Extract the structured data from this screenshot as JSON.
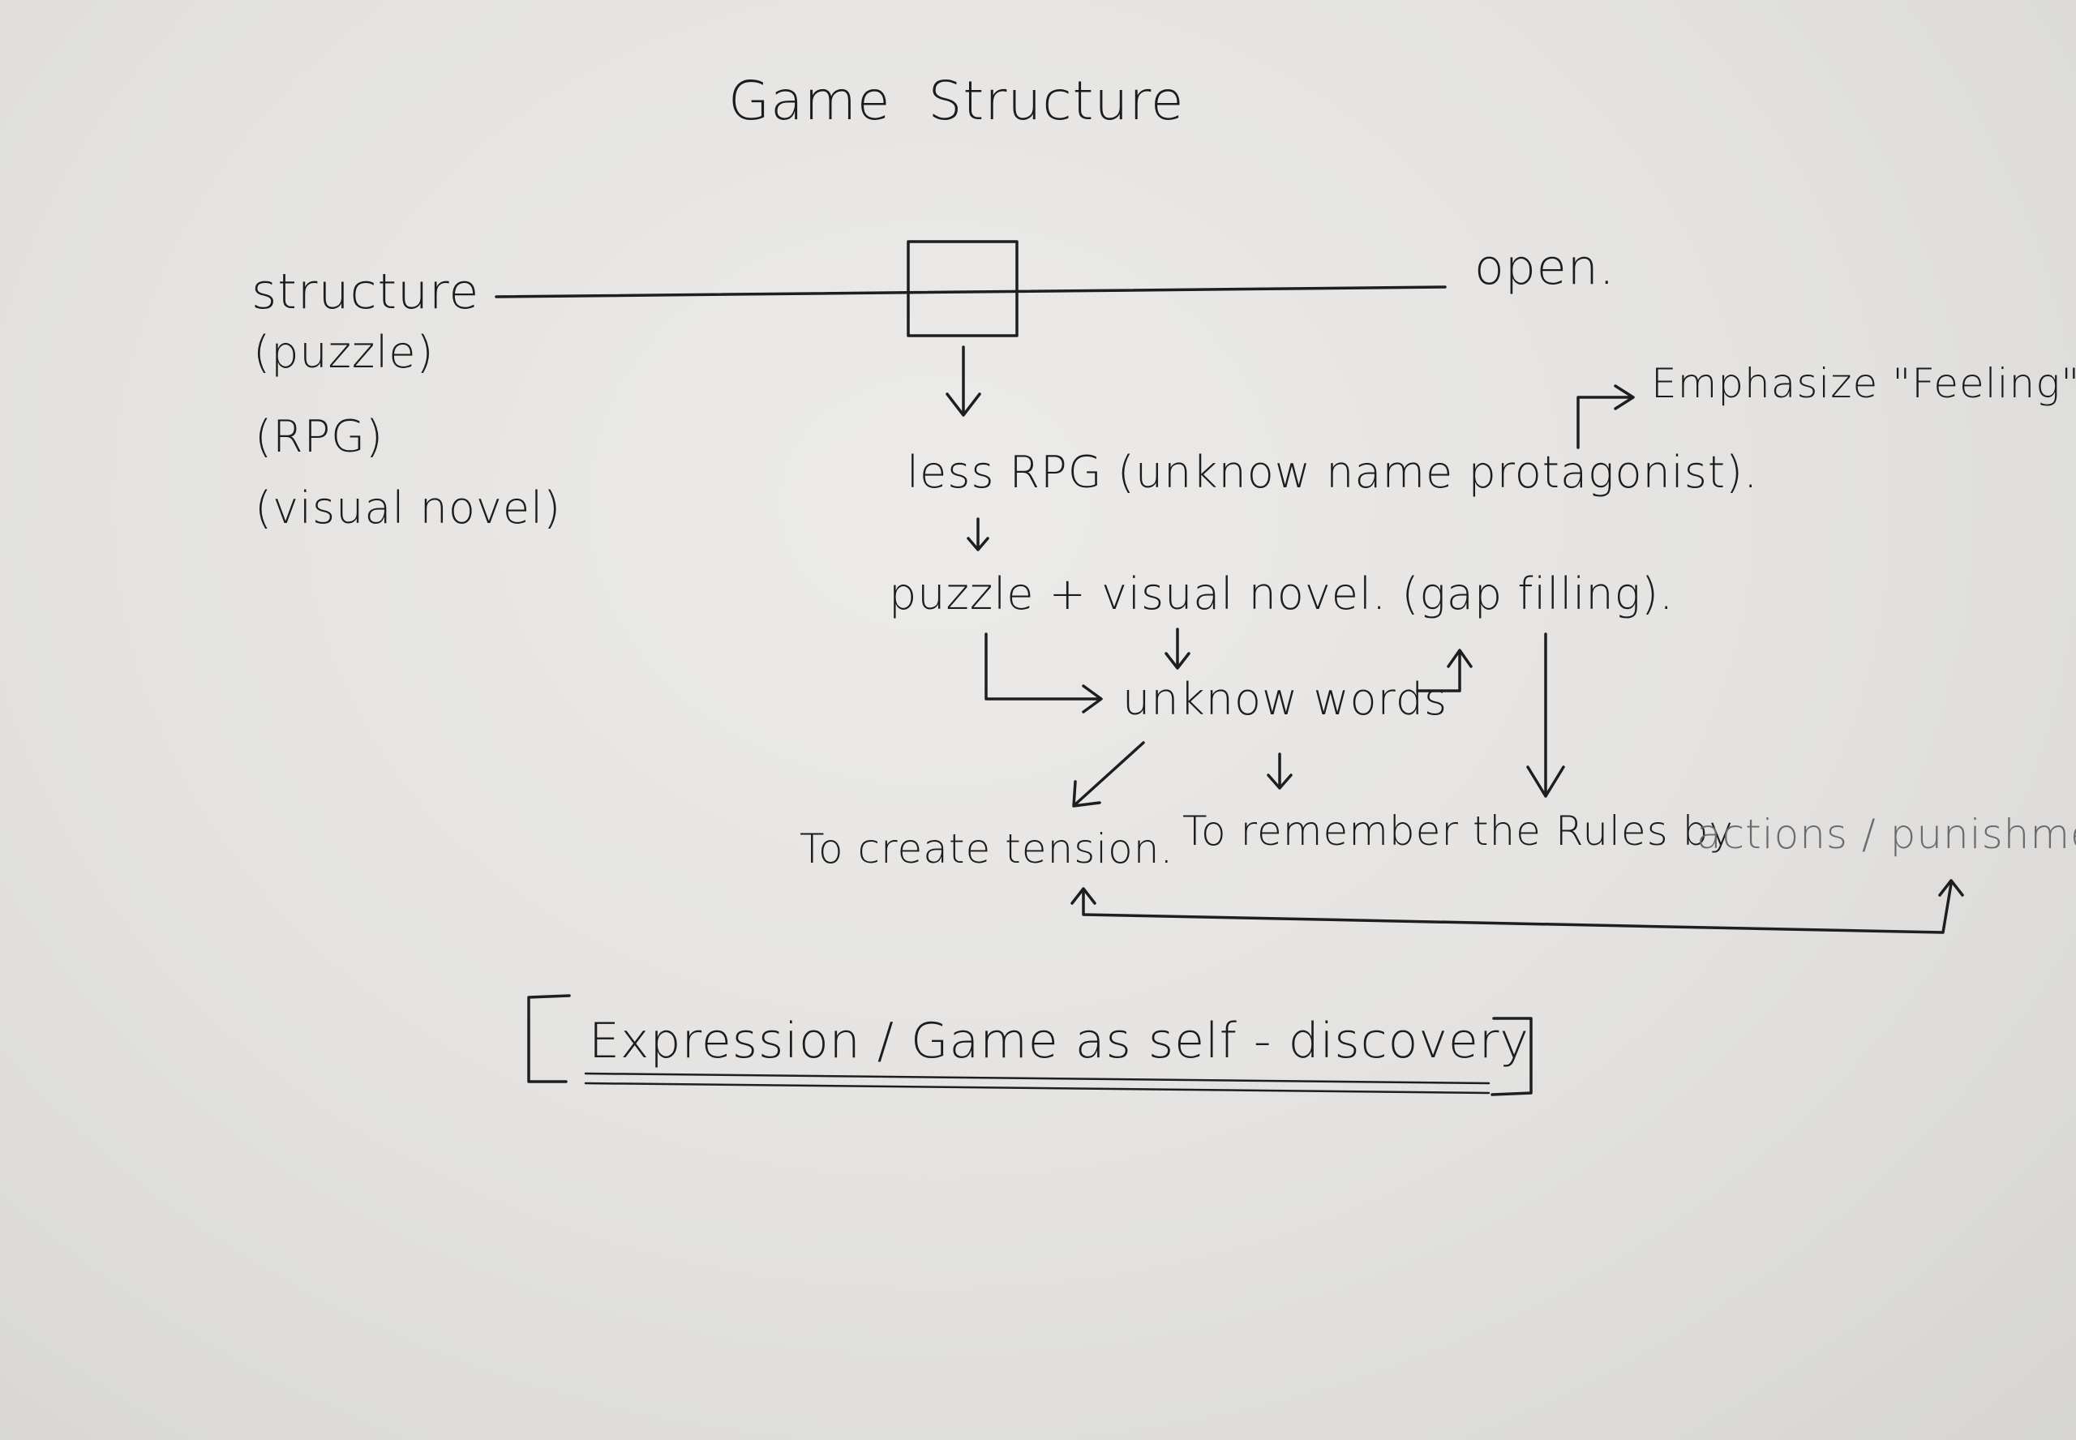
{
  "title": "Game   Structure",
  "spectrum": {
    "left_label": "structure",
    "right_label": "open.",
    "left_examples": [
      "(puzzle)",
      "(RPG)",
      "(visual novel)"
    ]
  },
  "nodes": {
    "less_rpg": "less RPG (unknow name protagonist).",
    "emphasize": "Emphasize \"Feeling\"",
    "puzzle_vn": "puzzle + visual novel. (gap filling).",
    "unknow_words": "unknow words",
    "tension": "To create tension.",
    "remember_prefix": "To remember the Rules by",
    "remember_suffix": "actions / punishment"
  },
  "conclusion": "Expression / Game as self - discovery"
}
